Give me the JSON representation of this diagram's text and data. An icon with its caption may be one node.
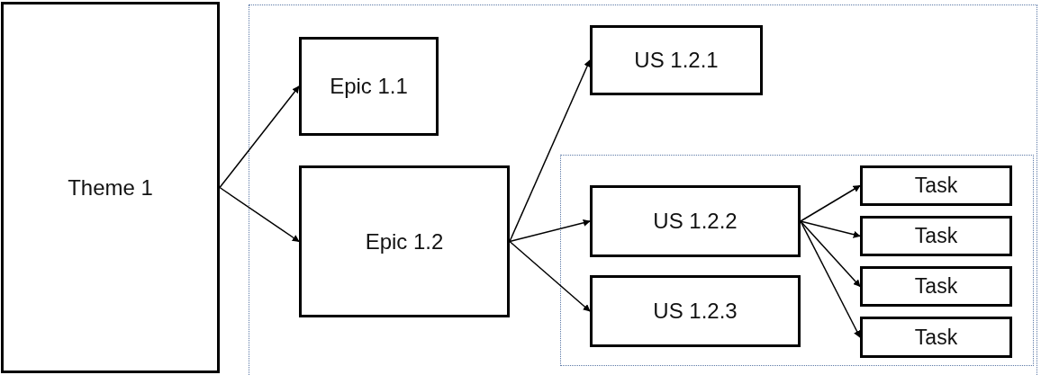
{
  "diagram": {
    "nodes": [
      {
        "text": [
          "Theme 1"
        ]
      },
      {
        "text": [],
        "shape": "box"
      },
      {
        "text": [
          "Epic 1.1"
        ],
        "in": 1
      },
      {
        "text": [
          "Epic 1.2"
        ],
        "in": 1
      },
      {
        "text": [
          "US 1.2.1"
        ],
        "in": 1
      },
      {
        "text": [],
        "shape": "box",
        "in": 1
      },
      {
        "text": [
          "US 1.2.2"
        ],
        "in": 5
      },
      {
        "text": [
          "US 1.2.3"
        ],
        "in": 5
      },
      {
        "text": [
          "Task"
        ],
        "in": 5
      },
      {
        "text": [
          "Task"
        ],
        "in": 5
      },
      {
        "text": [
          "Task"
        ],
        "in": 5
      },
      {
        "text": [
          "Task"
        ],
        "in": 5
      }
    ],
    "edges": [
      {
        "from": 0,
        "to": 2,
        "arrow": "to"
      },
      {
        "from": 0,
        "to": 3,
        "arrow": "to"
      },
      {
        "from": 3,
        "to": 4,
        "arrow": "to"
      },
      {
        "from": 3,
        "to": 6,
        "arrow": "to"
      },
      {
        "from": 3,
        "to": 7,
        "arrow": "to"
      },
      {
        "from": 6,
        "to": 8,
        "arrow": "to"
      },
      {
        "from": 6,
        "to": 9,
        "arrow": "to"
      },
      {
        "from": 6,
        "to": 10,
        "arrow": "to"
      },
      {
        "from": 6,
        "to": 11,
        "arrow": "to"
      }
    ]
  }
}
